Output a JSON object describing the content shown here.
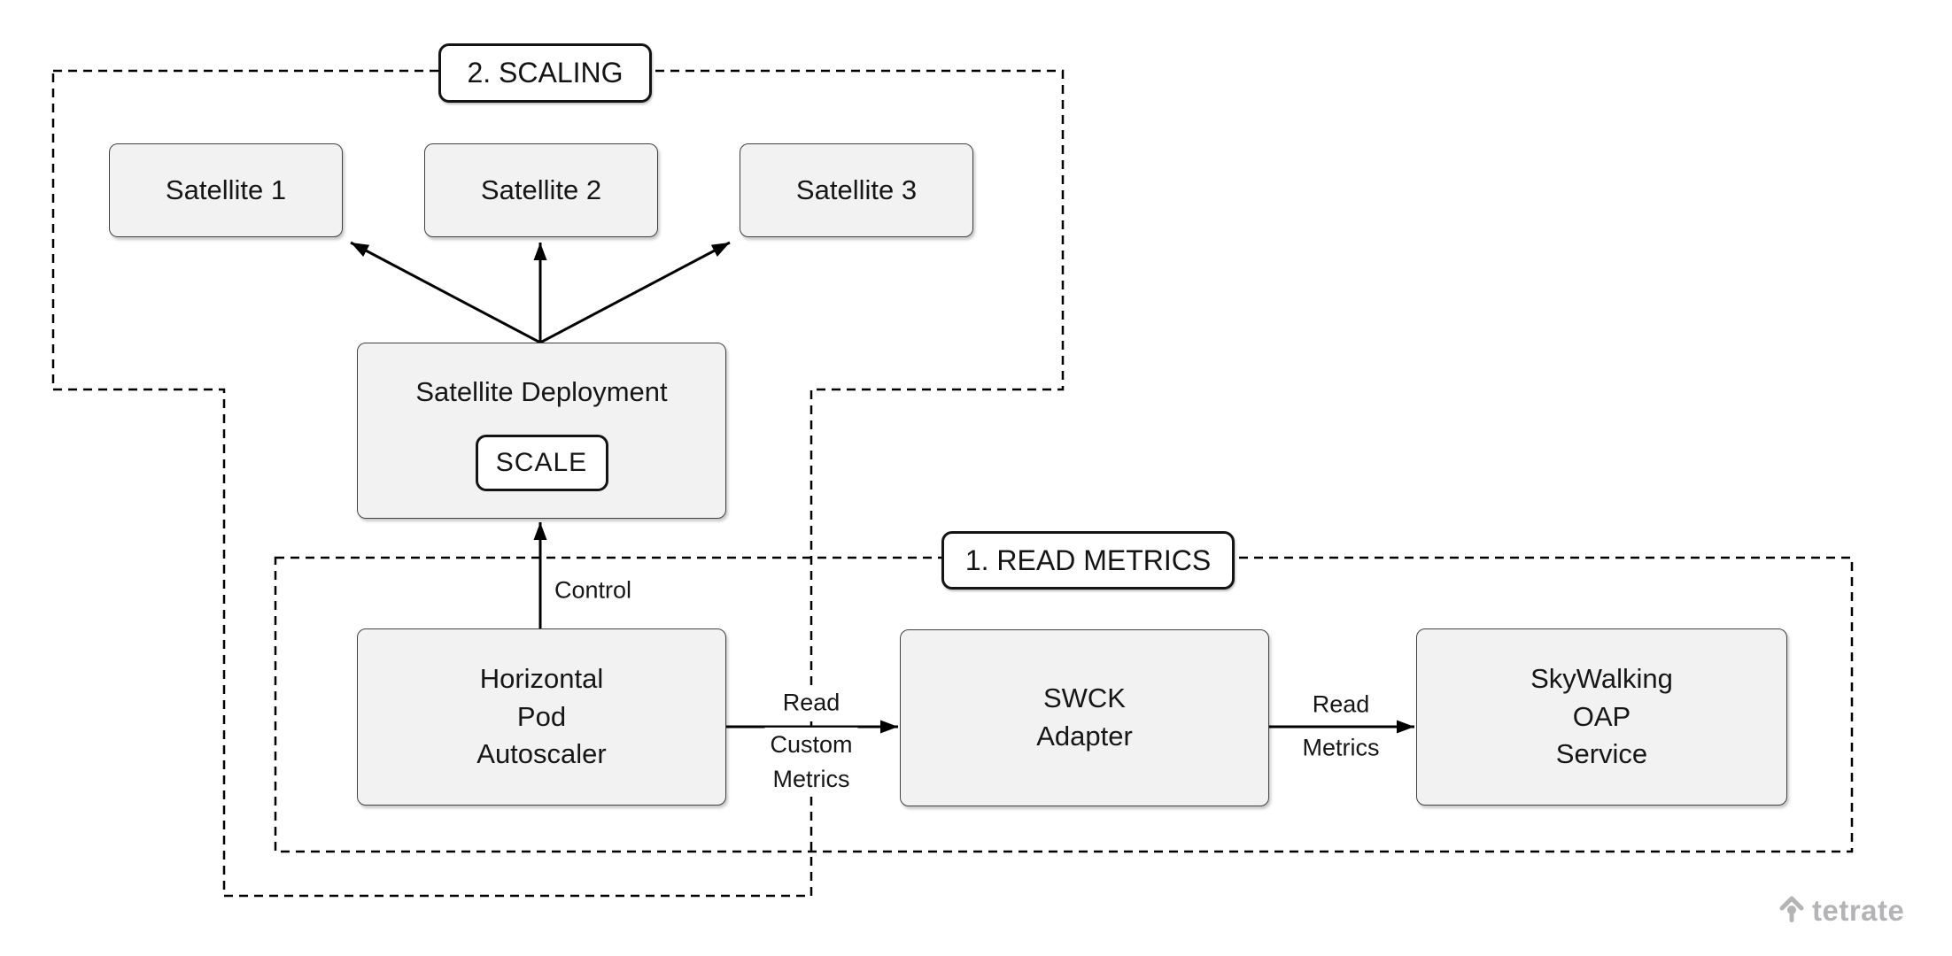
{
  "page": {
    "background": "#ffffff",
    "dashed_outline_color": "#000000",
    "node_fill": "#f2f2f2",
    "node_border": "#424242",
    "text_color": "#161616"
  },
  "groups": {
    "scaling": {
      "label": "2. SCALING"
    },
    "read_metrics": {
      "label": "1. READ METRICS"
    }
  },
  "nodes": {
    "satellite1": {
      "label": "Satellite 1"
    },
    "satellite2": {
      "label": "Satellite 2"
    },
    "satellite3": {
      "label": "Satellite 3"
    },
    "satellite_deployment": {
      "label": "Satellite Deployment",
      "badge": "SCALE"
    },
    "hpa": {
      "label": "Horizontal\nPod\nAutoscaler"
    },
    "swck": {
      "label": "SWCK\nAdapter"
    },
    "oap": {
      "label": "SkyWalking\nOAP\nService"
    }
  },
  "edges": {
    "control": {
      "label": "Control"
    },
    "hpa_to_swck": {
      "label_top": "Read",
      "label_bottom": "Custom\nMetrics"
    },
    "swck_to_oap": {
      "label_top": "Read",
      "label_bottom": "Metrics"
    }
  },
  "brand": {
    "logo_text": "tetrate",
    "logo_color": "#b4b4b6"
  }
}
